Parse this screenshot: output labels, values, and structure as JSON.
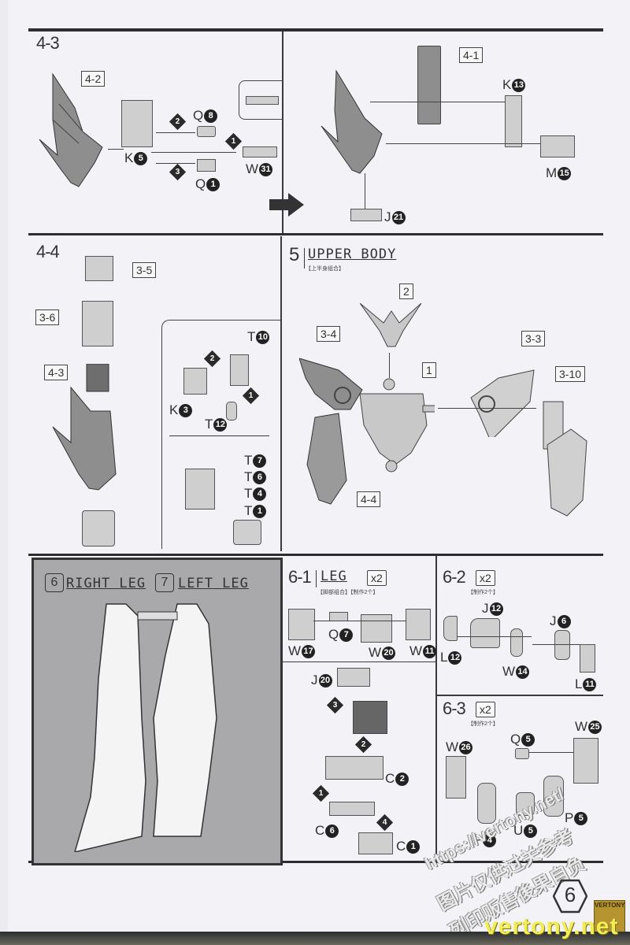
{
  "page_number": "6",
  "sections": {
    "s43": {
      "step": "4-3",
      "refs": {
        "r42": "4-2"
      },
      "parts": {
        "q8": {
          "l": "Q",
          "n": "8"
        },
        "k5": {
          "l": "K",
          "n": "5"
        },
        "q1": {
          "l": "Q",
          "n": "1"
        },
        "w31": {
          "l": "W",
          "n": "31"
        }
      },
      "order": [
        "1",
        "2",
        "3"
      ]
    },
    "s43b": {
      "refs": {
        "r41": "4-1"
      },
      "parts": {
        "k13": {
          "l": "K",
          "n": "13"
        },
        "m15": {
          "l": "M",
          "n": "15"
        },
        "j21": {
          "l": "J",
          "n": "21"
        }
      }
    },
    "s44": {
      "step": "4-4",
      "refs": {
        "r35": "3-5",
        "r36": "3-6",
        "r43": "4-3"
      },
      "parts": {
        "t10": {
          "l": "T",
          "n": "10"
        },
        "k3": {
          "l": "K",
          "n": "3"
        },
        "t12": {
          "l": "T",
          "n": "12"
        },
        "t7": {
          "l": "T",
          "n": "7"
        },
        "t6": {
          "l": "T",
          "n": "6"
        },
        "t4": {
          "l": "T",
          "n": "4"
        },
        "t1": {
          "l": "T",
          "n": "1"
        }
      },
      "order": [
        "1",
        "2"
      ]
    },
    "s5": {
      "step": "5",
      "title": "UPPER BODY",
      "subtitle": "【上半身组合】",
      "refs": {
        "r2": "2",
        "r34": "3-4",
        "r1": "1",
        "r33": "3-3",
        "r310": "3-10",
        "r44": "4-4"
      }
    },
    "s67": {
      "right_num": "6",
      "right_title": "RIGHT LEG",
      "left_num": "7",
      "left_title": "LEFT LEG"
    },
    "s61": {
      "step": "6-1",
      "title": "LEG",
      "qty": "x2",
      "subtitle": "【脚部组合】【制作2个】",
      "parts": {
        "w17": {
          "l": "W",
          "n": "17"
        },
        "q7": {
          "l": "Q",
          "n": "7"
        },
        "w20": {
          "l": "W",
          "n": "20"
        },
        "w11": {
          "l": "W",
          "n": "11"
        },
        "j20": {
          "l": "J",
          "n": "20"
        },
        "c2": {
          "l": "C",
          "n": "2"
        },
        "c6": {
          "l": "C",
          "n": "6"
        },
        "c1": {
          "l": "C",
          "n": "1"
        }
      },
      "order": [
        "1",
        "2",
        "3",
        "4"
      ]
    },
    "s62": {
      "step": "6-2",
      "qty": "x2",
      "subtitle": "【制作2个】",
      "parts": {
        "j12": {
          "l": "J",
          "n": "12"
        },
        "j6": {
          "l": "J",
          "n": "6"
        },
        "l12": {
          "l": "L",
          "n": "12"
        },
        "w14": {
          "l": "W",
          "n": "14"
        },
        "l11": {
          "l": "L",
          "n": "11"
        }
      }
    },
    "s63": {
      "step": "6-3",
      "qty": "x2",
      "subtitle": "【制作2个】",
      "parts": {
        "q5": {
          "l": "Q",
          "n": "5"
        },
        "w25": {
          "l": "W",
          "n": "25"
        },
        "w26": {
          "l": "W",
          "n": "26"
        },
        "p4": {
          "l": "P",
          "n": "4"
        },
        "u5": {
          "l": "U",
          "n": "5"
        },
        "p5": {
          "l": "P",
          "n": "5"
        }
      }
    }
  },
  "watermarks": {
    "url": "https://vertony.net/",
    "line1": "图片仅供过关参考",
    "line2": "列印贩售後果自负",
    "brand": "vertony.net",
    "logo": "VERTONY"
  },
  "colors": {
    "panel_gray": "#a9a9ab",
    "brand_yellow": "#f2ec55"
  }
}
